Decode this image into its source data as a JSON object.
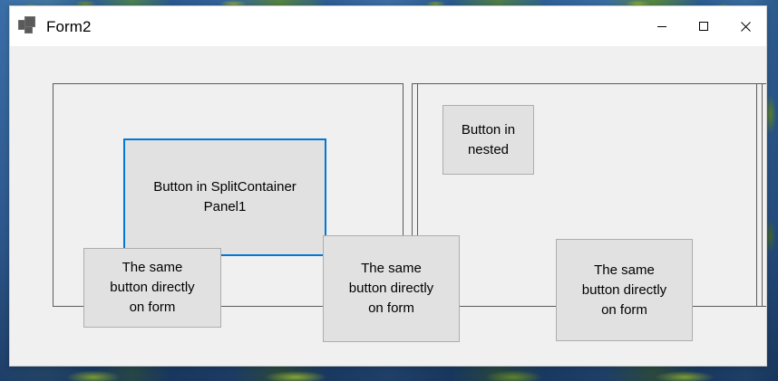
{
  "window": {
    "title": "Form2",
    "icon": "windows-forms-icon",
    "controls": {
      "minimize": "Minimize",
      "maximize": "Maximize",
      "close": "Close"
    }
  },
  "colors": {
    "focus_border": "#0078D7",
    "button_face": "#e1e1e1",
    "button_border": "#adadad",
    "panel_border": "#5b5b5b",
    "form_background": "#f0f0f0",
    "titlebar_background": "#ffffff"
  },
  "panels": [
    {
      "name": "splitcontainer-panel1"
    },
    {
      "name": "splitcontainer-panel2"
    },
    {
      "name": "nested-splitcontainer-panel1"
    },
    {
      "name": "nested-splitcontainer-panel2"
    }
  ],
  "buttons": [
    {
      "id": "button-in-splitcontainer-panel1",
      "label": "Button in SplitContainer\nPanel1",
      "focused": true
    },
    {
      "id": "button-in-nested",
      "label": "Button in\nnested",
      "focused": false
    },
    {
      "id": "button-on-form-1",
      "label": "The same\nbutton directly\non form",
      "focused": false
    },
    {
      "id": "button-on-form-2",
      "label": "The same\nbutton directly\non form",
      "focused": false
    },
    {
      "id": "button-on-form-3",
      "label": "The same\nbutton directly\non form",
      "focused": false
    }
  ]
}
